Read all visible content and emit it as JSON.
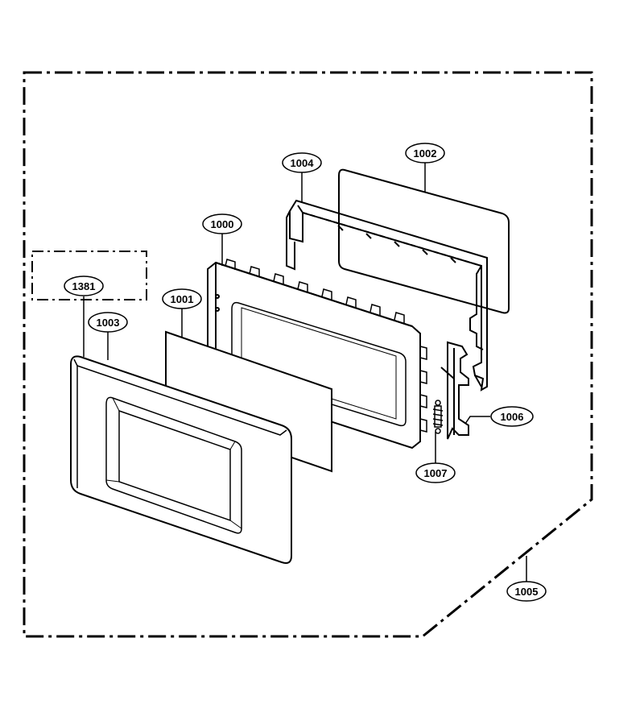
{
  "diagram": {
    "callouts": [
      {
        "id": "1381",
        "label": "1381"
      },
      {
        "id": "1003",
        "label": "1003"
      },
      {
        "id": "1001",
        "label": "1001"
      },
      {
        "id": "1000",
        "label": "1000"
      },
      {
        "id": "1004",
        "label": "1004"
      },
      {
        "id": "1002",
        "label": "1002"
      },
      {
        "id": "1006",
        "label": "1006"
      },
      {
        "id": "1007",
        "label": "1007"
      },
      {
        "id": "1005",
        "label": "1005"
      }
    ],
    "colors": {
      "line": "#000000",
      "background": "#ffffff"
    }
  }
}
